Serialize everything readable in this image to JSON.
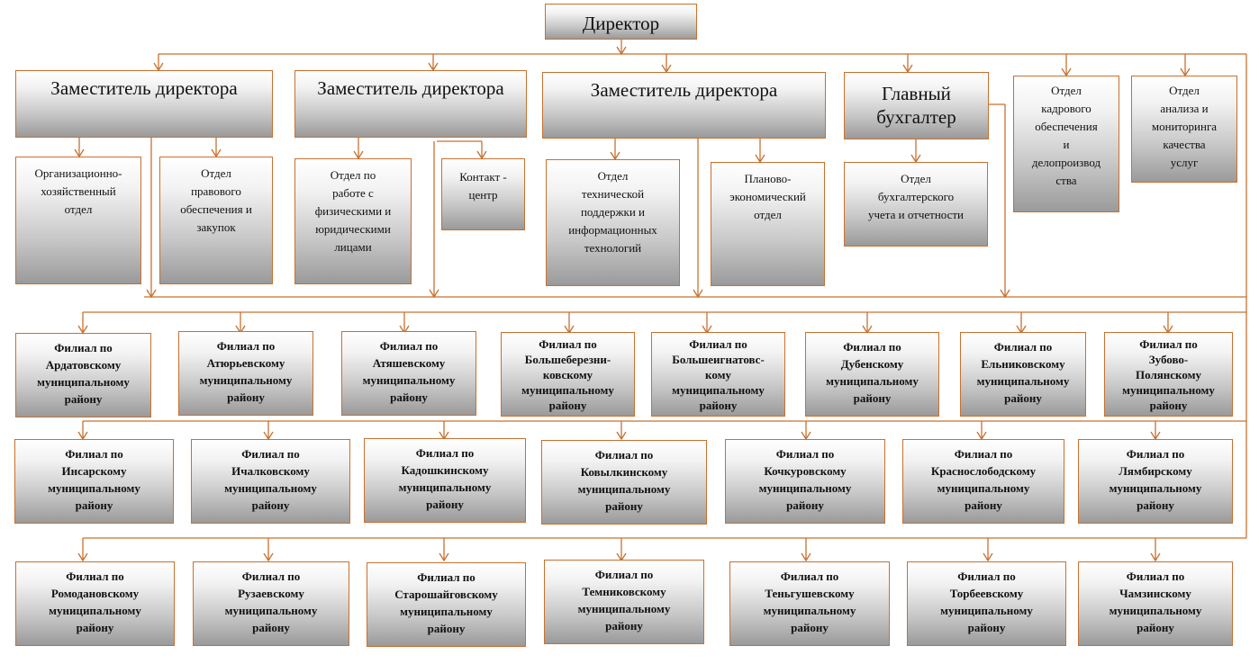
{
  "director": "Директор",
  "deputy": "Заместитель директора",
  "chief_accountant": "Главный\nбухгалтер",
  "departments": {
    "org_household": "Организационно-\nхозяйственный\nотдел",
    "legal": "Отдел\nправового\nобеспечения и\nзакупок",
    "individuals": "Отдел по\nработе с\nфизическими и\nюридическими\nлицами",
    "contact_center": "Контакт -\nцентр",
    "tech_support": "Отдел\nтехнической\nподдержки и\nинформационных\nтехнологий",
    "planning": "Планово-\nэкономический\nотдел",
    "accounting": "Отдел\nбухгалтерского\nучета и отчетности",
    "hr": "Отдел\nкадрового\nобеспечения\nи\nделопроизвод\nства",
    "analysis": "Отдел\nанализа и\nмониторинга\nкачества\nуслуг"
  },
  "branches": {
    "row1": [
      "Филиал по\nАрдатовскому\nмуниципальному\nрайону",
      "Филиал по\nАтюрьевскому\nмуниципальному\nрайону",
      "Филиал по\nАтяшевскому\nмуниципальному\nрайону",
      "Филиал по\nБольшеберезни-\nковскому\nмуниципальному\nрайону",
      "Филиал по\nБольшеигнатовс-\nкому\nмуниципальному\nрайону",
      "Филиал по\nДубенскому\nмуниципальному\nрайону",
      "Филиал по\nЕльниковскому\nмуниципальному\nрайону",
      "Филиал по\nЗубово-\nПолянскому\nмуниципальному\nрайону"
    ],
    "row2": [
      "Филиал по\nИнсарскому\nмуниципальному\nрайону",
      "Филиал по\nИчалковскому\nмуниципальному\nрайону",
      "Филиал по\nКадошкинскому\nмуниципальному\nрайону",
      "Филиал по\nКовылкинскому\nмуниципальному\nрайону",
      "Филиал по\nКочкуровскому\nмуниципальному\nрайону",
      "Филиал по\nКраснослободскому\nмуниципальному\nрайону",
      "Филиал по\nЛямбирскому\nмуниципальному\nрайону"
    ],
    "row3": [
      "Филиал по\nРомодановскому\nмуниципальному\nрайону",
      "Филиал по\nРузаевскому\nмуниципальному\nрайону",
      "Филиал по\nСтарошайговскому\nмуниципальному\nрайону",
      "Филиал по\nТемниковскому\nмуниципальному\nрайону",
      "Филиал по\nТеньгушевскому\nмуниципальному\nрайону",
      "Филиал по\nТорбеевскому\nмуниципальному\nрайону",
      "Филиал по\nЧамзинскому\nмуниципальному\nрайону"
    ]
  },
  "colors": {
    "connector": "#c8702f",
    "border": "#c8702f",
    "text": "#111111"
  }
}
